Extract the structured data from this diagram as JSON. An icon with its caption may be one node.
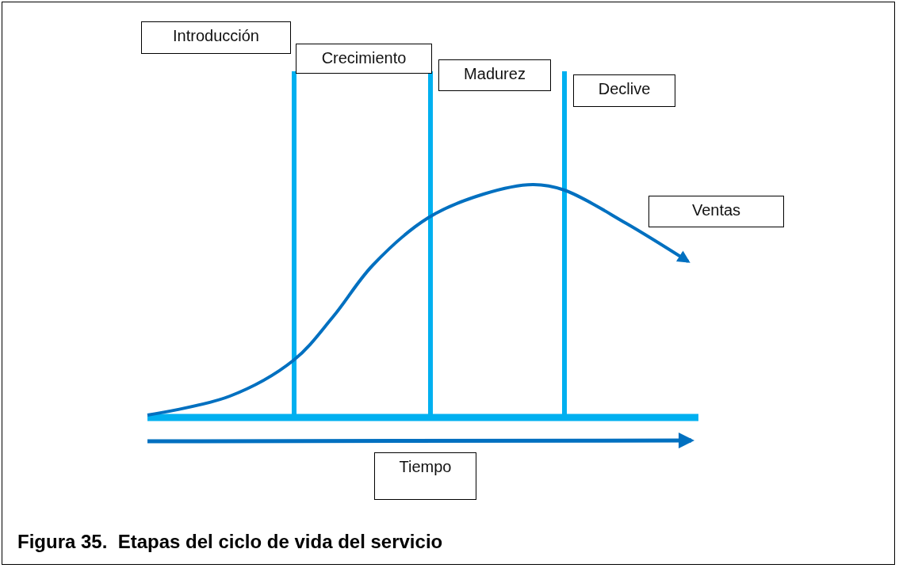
{
  "diagram": {
    "caption": "Figura 35.  Etapas del ciclo de vida del servicio",
    "nodes": [
      {
        "text": [
          "Introducción"
        ]
      },
      {
        "text": [
          "Crecimiento"
        ]
      },
      {
        "text": [
          "Madurez"
        ]
      },
      {
        "text": [
          "Declive"
        ]
      },
      {
        "text": [
          "Ventas"
        ]
      },
      {
        "text": [
          "Tiempo"
        ]
      }
    ]
  }
}
